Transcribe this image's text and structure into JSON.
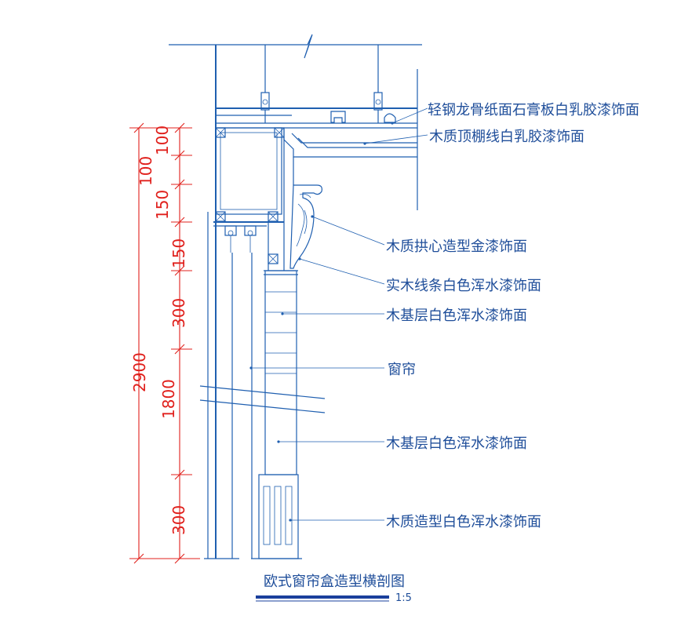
{
  "diagram": {
    "title": "欧式窗帘盒造型横剖图",
    "scale": "1:5",
    "labels": [
      {
        "id": "l1",
        "text": "轻钢龙骨纸面石膏板白乳胶漆饰面"
      },
      {
        "id": "l2",
        "text": "木质顶棚线白乳胶漆饰面"
      },
      {
        "id": "l3",
        "text": "木质拱心造型金漆饰面"
      },
      {
        "id": "l4",
        "text": "实木线条白色浑水漆饰面"
      },
      {
        "id": "l5",
        "text": "木基层白色浑水漆饰面"
      },
      {
        "id": "l6",
        "text": "窗帘"
      },
      {
        "id": "l7",
        "text": "木基层白色浑水漆饰面"
      },
      {
        "id": "l8",
        "text": "木质造型白色浑水漆饰面"
      }
    ],
    "dimensions": {
      "overall": "2900",
      "segments": [
        "100",
        "100",
        "150",
        "150",
        "300",
        "1800",
        "300"
      ]
    },
    "colors": {
      "line": "#1f5fb0",
      "dimension": "#e0201c",
      "text": "#1f4e9a"
    }
  }
}
